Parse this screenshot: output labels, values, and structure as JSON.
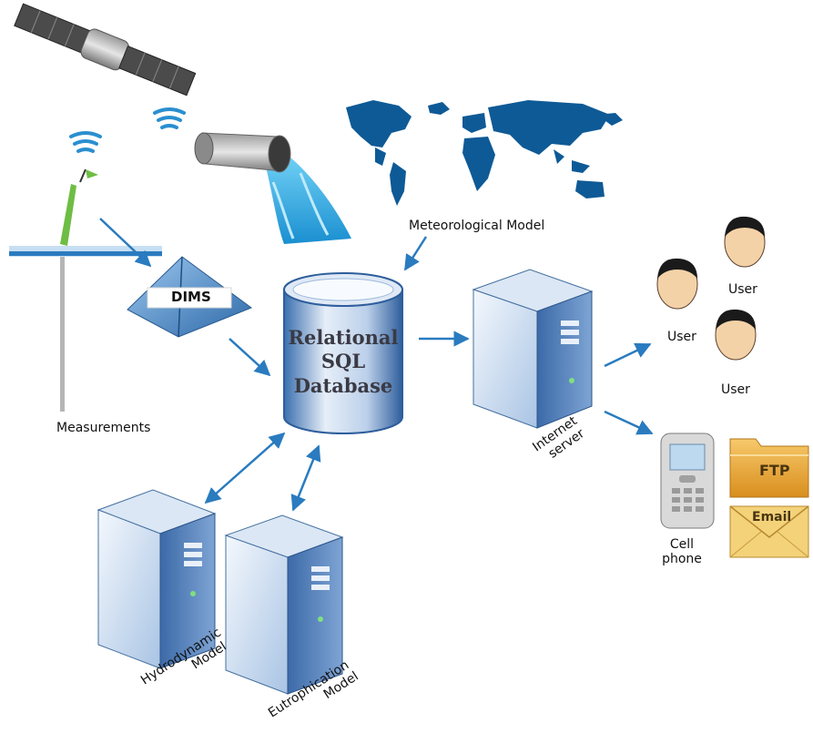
{
  "labels": {
    "meteorological_model": "Meteorological Model",
    "dims": "DIMS",
    "database_line1": "Relational",
    "database_line2": "SQL",
    "database_line3": "Database",
    "measurements": "Measurements",
    "internet_server_line1": "Internet",
    "internet_server_line2": "server",
    "user": "User",
    "cell_phone_line1": "Cell",
    "cell_phone_line2": "phone",
    "ftp": "FTP",
    "email": "Email",
    "hydrodynamic_line1": "Hydrodynamic",
    "hydrodynamic_line2": "Model",
    "eutrophication_line1": "Eutrophication",
    "eutrophication_line2": "Model"
  },
  "colors": {
    "arrow": "#2a7bbf",
    "map": "#0e5a96",
    "water": "#3ab3e6",
    "server_front": "#cfe0f2",
    "server_side": "#4a7bb6",
    "folder": "#e8a93a",
    "envelope": "#f3d27a",
    "face": "#f4d2a8",
    "hair": "#1a1a1a"
  },
  "icons": [
    "satellite-icon",
    "wireless-signal-icon",
    "outfall-pipe-icon",
    "world-map-icon",
    "measurement-station-icon",
    "dims-pyramid-icon",
    "database-cylinder-icon",
    "internet-server-icon",
    "user-icon",
    "cell-phone-icon",
    "ftp-folder-icon",
    "email-envelope-icon",
    "hydrodynamic-server-icon",
    "eutrophication-server-icon"
  ]
}
